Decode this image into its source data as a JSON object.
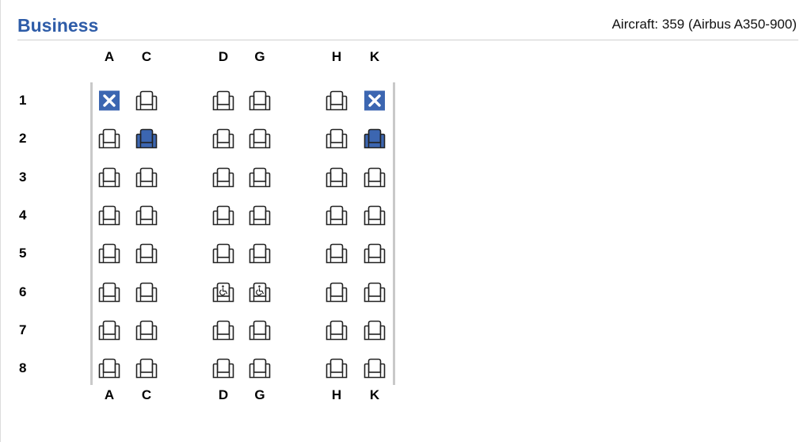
{
  "header": {
    "cabin_title": "Business",
    "aircraft_info": "Aircraft: 359 (Airbus A350-900)"
  },
  "columns": [
    "A",
    "C",
    "D",
    "G",
    "H",
    "K"
  ],
  "rows": [
    {
      "number": "1",
      "seats": [
        "occupied",
        "available",
        "available",
        "available",
        "available",
        "occupied"
      ]
    },
    {
      "number": "2",
      "seats": [
        "available",
        "selected",
        "available",
        "available",
        "available",
        "selected"
      ]
    },
    {
      "number": "3",
      "seats": [
        "available",
        "available",
        "available",
        "available",
        "available",
        "available"
      ]
    },
    {
      "number": "4",
      "seats": [
        "available",
        "available",
        "available",
        "available",
        "available",
        "available"
      ]
    },
    {
      "number": "5",
      "seats": [
        "available",
        "available",
        "available",
        "available",
        "available",
        "available"
      ]
    },
    {
      "number": "6",
      "seats": [
        "available",
        "available",
        "wheelchair",
        "wheelchair",
        "available",
        "available"
      ]
    },
    {
      "number": "7",
      "seats": [
        "available",
        "available",
        "available",
        "available",
        "available",
        "available"
      ]
    },
    {
      "number": "8",
      "seats": [
        "available",
        "available",
        "available",
        "available",
        "available",
        "available"
      ]
    }
  ],
  "icons": {
    "available": "seat-outline-icon",
    "selected": "seat-filled-icon",
    "occupied": "seat-blocked-x-icon",
    "wheelchair": "wheelchair-seat-icon"
  },
  "colors": {
    "brand_blue": "#2e5ca8",
    "seat_outline": "#222222",
    "selected_fill": "#3c66b1",
    "occupied_fill": "#3c66b1",
    "wall_gray": "#c9c9c9"
  }
}
